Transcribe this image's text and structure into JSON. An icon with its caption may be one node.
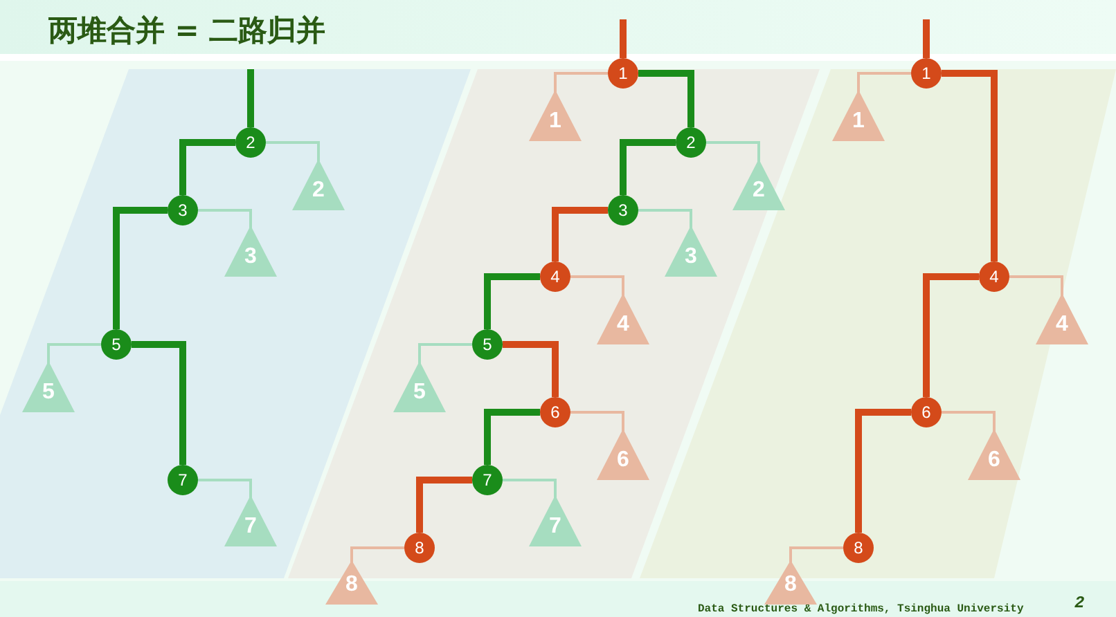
{
  "diagram": {
    "title": "两堆合并 = 二路归并",
    "nodes": [
      {
        "text": [
          "2"
        ]
      },
      {
        "text": [
          "2"
        ]
      },
      {
        "text": [
          "3"
        ]
      },
      {
        "text": [
          "3"
        ]
      },
      {
        "text": [
          "5"
        ]
      },
      {
        "text": [
          "5"
        ]
      },
      {
        "text": [
          "7"
        ]
      },
      {
        "text": [
          "7"
        ]
      },
      {
        "text": [
          "1"
        ]
      },
      {
        "text": [
          "1"
        ]
      },
      {
        "text": [
          "2"
        ]
      },
      {
        "text": [
          "2"
        ]
      },
      {
        "text": [
          "3"
        ]
      },
      {
        "text": [
          "3"
        ]
      },
      {
        "text": [
          "4"
        ]
      },
      {
        "text": [
          "4"
        ]
      },
      {
        "text": [
          "5"
        ]
      },
      {
        "text": [
          "5"
        ]
      },
      {
        "text": [
          "6"
        ]
      },
      {
        "text": [
          "6"
        ]
      },
      {
        "text": [
          "7"
        ]
      },
      {
        "text": [
          "7"
        ]
      },
      {
        "text": [
          "8"
        ]
      },
      {
        "text": [
          "8"
        ]
      },
      {
        "text": [
          "1"
        ]
      },
      {
        "text": [
          "1"
        ]
      },
      {
        "text": [
          "4"
        ]
      },
      {
        "text": [
          "4"
        ]
      },
      {
        "text": [
          "6"
        ]
      },
      {
        "text": [
          "6"
        ]
      },
      {
        "text": [
          "8"
        ]
      },
      {
        "text": [
          "8"
        ]
      }
    ],
    "edges": [
      {
        "from": null,
        "to": 0,
        "arrow": "none",
        "style": "thick",
        "color": "#1a8c1a"
      },
      {
        "from": 0,
        "to": 2,
        "arrow": "none",
        "style": "thick",
        "color": "#1a8c1a"
      },
      {
        "from": 0,
        "to": 1,
        "arrow": "none",
        "color": "#a6ddc0"
      },
      {
        "from": 2,
        "to": 4,
        "arrow": "none",
        "style": "thick",
        "color": "#1a8c1a"
      },
      {
        "from": 2,
        "to": 3,
        "arrow": "none",
        "color": "#a6ddc0"
      },
      {
        "from": 4,
        "to": 6,
        "arrow": "none",
        "style": "thick",
        "color": "#1a8c1a"
      },
      {
        "from": 4,
        "to": 5,
        "arrow": "none",
        "color": "#a6ddc0"
      },
      {
        "from": 6,
        "to": 7,
        "arrow": "none",
        "color": "#a6ddc0"
      },
      {
        "from": null,
        "to": 8,
        "arrow": "none",
        "style": "thick",
        "color": "#d44a1a"
      },
      {
        "from": 8,
        "to": 9,
        "arrow": "none",
        "color": "#e8b8a0"
      },
      {
        "from": 8,
        "to": 10,
        "arrow": "none",
        "style": "thick",
        "color": "#1a8c1a"
      },
      {
        "from": 10,
        "to": 11,
        "arrow": "none",
        "color": "#a6ddc0"
      },
      {
        "from": 10,
        "to": 12,
        "arrow": "none",
        "style": "thick",
        "color": "#1a8c1a"
      },
      {
        "from": 12,
        "to": 13,
        "arrow": "none",
        "color": "#a6ddc0"
      },
      {
        "from": 12,
        "to": 14,
        "arrow": "none",
        "style": "thick",
        "color": "#d44a1a"
      },
      {
        "from": 14,
        "to": 15,
        "arrow": "none",
        "color": "#e8b8a0"
      },
      {
        "from": 14,
        "to": 16,
        "arrow": "none",
        "style": "thick",
        "color": "#1a8c1a"
      },
      {
        "from": 16,
        "to": 17,
        "arrow": "none",
        "color": "#a6ddc0"
      },
      {
        "from": 16,
        "to": 18,
        "arrow": "none",
        "style": "thick",
        "color": "#d44a1a"
      },
      {
        "from": 18,
        "to": 19,
        "arrow": "none",
        "color": "#e8b8a0"
      },
      {
        "from": 18,
        "to": 20,
        "arrow": "none",
        "style": "thick",
        "color": "#1a8c1a"
      },
      {
        "from": 20,
        "to": 21,
        "arrow": "none",
        "color": "#a6ddc0"
      },
      {
        "from": 20,
        "to": 22,
        "arrow": "none",
        "style": "thick",
        "color": "#d44a1a"
      },
      {
        "from": 22,
        "to": 23,
        "arrow": "none",
        "color": "#e8b8a0"
      },
      {
        "from": null,
        "to": 24,
        "arrow": "none",
        "style": "thick",
        "color": "#d44a1a"
      },
      {
        "from": 24,
        "to": 25,
        "arrow": "none",
        "color": "#e8b8a0"
      },
      {
        "from": 24,
        "to": 26,
        "arrow": "none",
        "style": "thick",
        "color": "#d44a1a"
      },
      {
        "from": 26,
        "to": 27,
        "arrow": "none",
        "color": "#e8b8a0"
      },
      {
        "from": 26,
        "to": 28,
        "arrow": "none",
        "style": "thick",
        "color": "#d44a1a"
      },
      {
        "from": 28,
        "to": 29,
        "arrow": "none",
        "color": "#e8b8a0"
      },
      {
        "from": 28,
        "to": 30,
        "arrow": "none",
        "style": "thick",
        "color": "#d44a1a"
      },
      {
        "from": 30,
        "to": 31,
        "arrow": "none",
        "color": "#e8b8a0"
      }
    ],
    "labels": [
      "Data Structures & Algorithms, Tsinghua University",
      "2"
    ]
  }
}
